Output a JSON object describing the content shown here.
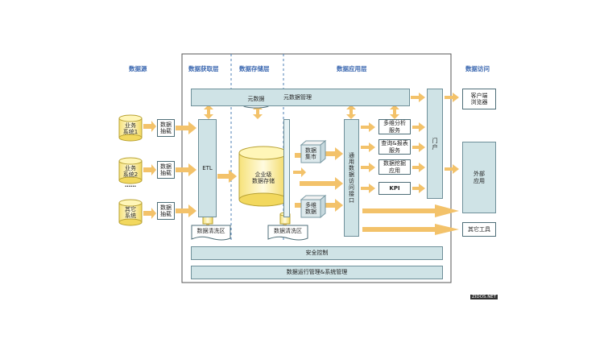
{
  "layers": {
    "data_source": "数据源",
    "acquisition": "数据获取层",
    "storage": "数据存储层",
    "application": "数据应用层",
    "access": "数据访问"
  },
  "sources": [
    {
      "name": "业务\n系统1",
      "extract": "数据\n抽载"
    },
    {
      "name": "业务\n系统2",
      "extract": "数据\n抽载"
    },
    {
      "name": "其它\n系统",
      "extract": "数据\n抽载"
    }
  ],
  "ellipsis": "……",
  "metadata_mgmt": "元数据管理",
  "metadata": "元数据",
  "etl": "ETL",
  "staging_left": "数据清洗区",
  "staging_right": "数据清洗区",
  "edw": "企业级\n数据存储",
  "datamart": "数据\n集市",
  "mdb": "多维\n数据",
  "data_access_interface": "通用数据访问接口",
  "services": [
    "多维分析\n服务",
    "查询&报表\n服务",
    "数据挖掘\n应用",
    "KPI"
  ],
  "portal": "门户",
  "clients": {
    "browser": "客户端\n浏览器",
    "external": "外部\n应用",
    "other_tools": "其它工具"
  },
  "security": "安全控制",
  "operations": "数据运行管理&系统管理",
  "watermark": "ZIDOS.NET",
  "colors": {
    "panel": "#cfe3e6",
    "border": "#6e8f99",
    "arrow": "#f3c26a",
    "cylinder": "#fff3a8",
    "header": "#3a67b0"
  }
}
